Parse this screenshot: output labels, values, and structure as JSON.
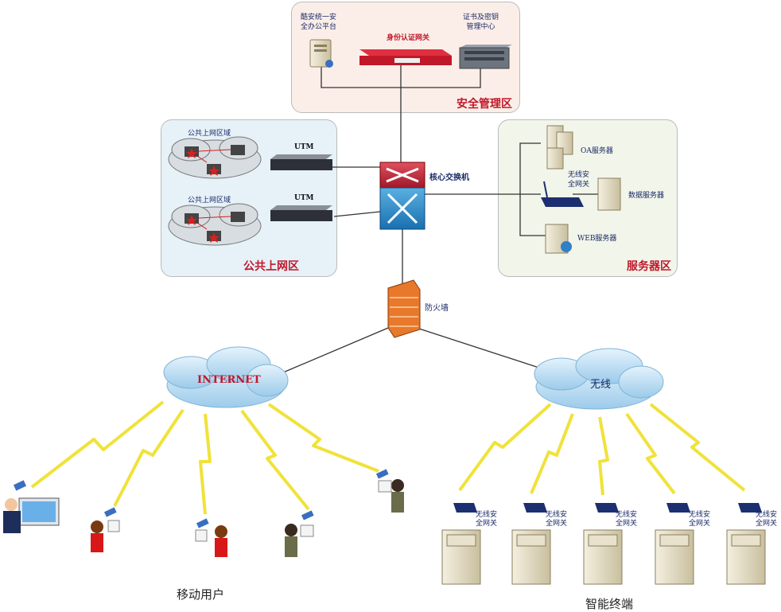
{
  "security_zone": {
    "title": "安全管理区",
    "platform_label_1": "酷安统一安",
    "platform_label_2": "全办公平台",
    "gateway_label": "身份认证网关",
    "cert_label_1": "证书及密钥",
    "cert_label_2": "管理中心"
  },
  "public_zone": {
    "title": "公共上网区",
    "domain_1": "公共上网区域",
    "domain_2": "公共上网区域",
    "utm_1": "UTM",
    "utm_2": "UTM"
  },
  "server_zone": {
    "title": "服务器区",
    "oa_server": "OA服务器",
    "wireless_gw_1": "无线安",
    "wireless_gw_2": "全网关",
    "data_server": "数据服务器",
    "web_server": "WEB服务器"
  },
  "core_switch": "核心交换机",
  "firewall": "防火墙",
  "internet_cloud": "INTERNET",
  "wireless_cloud": "无线",
  "mobile_users": "移动用户",
  "smart_terminals": "智能终端",
  "terminal_gateways": [
    {
      "line1": "无线安",
      "line2": "全网关"
    },
    {
      "line1": "无线安",
      "line2": "全网关"
    },
    {
      "line1": "无线安",
      "line2": "全网关"
    },
    {
      "line1": "无线安",
      "line2": "全网关"
    },
    {
      "line1": "无线安",
      "line2": "全网关"
    }
  ],
  "colors": {
    "security_zone_bg": "#fbeee8",
    "public_zone_bg": "#e6f1f8",
    "server_zone_bg": "#f1f5ea",
    "zone_title": "#c0182a",
    "cloud": "#bfe0f5",
    "bolt": "#f5ea40"
  }
}
